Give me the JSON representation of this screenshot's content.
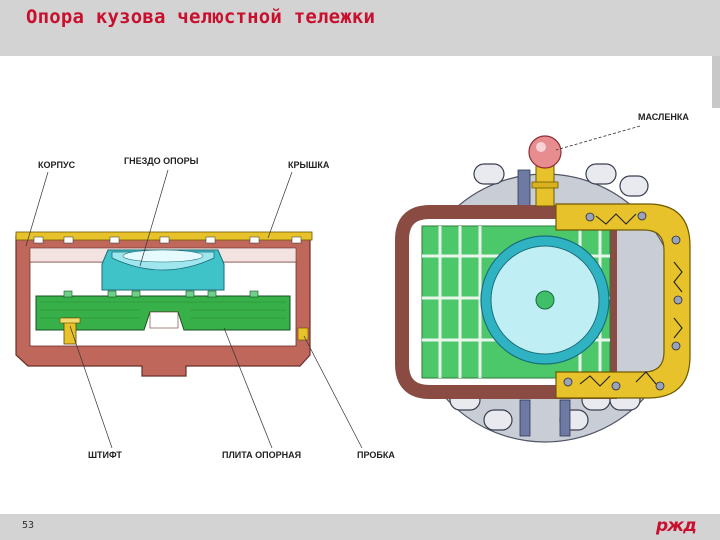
{
  "slide": {
    "title": "Опора кузова челюстной тележки",
    "page_number": "53",
    "logo_text": "ржд"
  },
  "labels": {
    "korpus": "КОРПУС",
    "gnezdo": "ГНЕЗДО ОПОРЫ",
    "kryshka": "КРЫШКА",
    "shtift": "ШТИФТ",
    "plita": "ПЛИТА ОПОРНАЯ",
    "probka": "ПРОБКА",
    "maslenka": "МАСЛЕНКА"
  },
  "colors": {
    "accent": "#c8102e",
    "body_gray": "#c9cdd6",
    "housing_brown": "#b5655a",
    "plate_green": "#33b24a",
    "cap_yellow": "#e8c22a",
    "socket_cyan": "#7fd3e6"
  }
}
